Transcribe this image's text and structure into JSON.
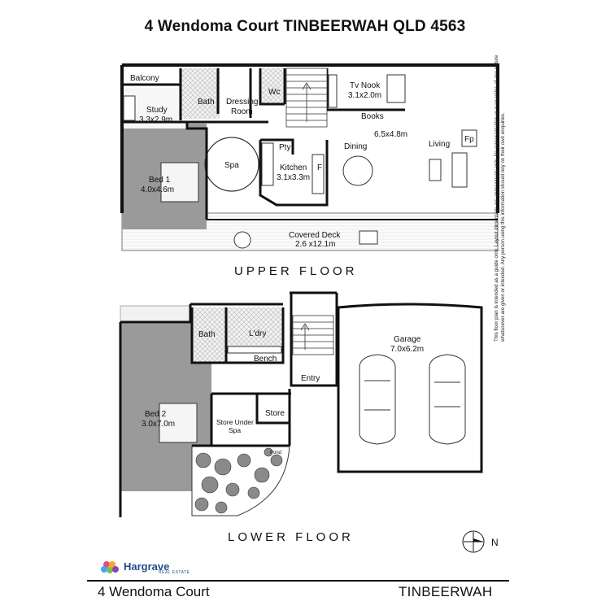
{
  "title": "4  Wendoma Court TINBEERWAH QLD 4563",
  "upper_floor": {
    "label": "UPPER FLOOR",
    "rooms": {
      "balcony": "Balcony",
      "study": "Study",
      "study_size": "3.3x2.9m",
      "bath": "Bath",
      "dressing": "Dressing",
      "dressing2": "Room",
      "wc": "Wc",
      "tv_nook": "Tv Nook",
      "tv_nook_size": "3.1x2.0m",
      "books": "Books",
      "living_size": "6.5x4.8m",
      "dining": "Dining",
      "living": "Living",
      "fp": "Fp",
      "pty": "Pty",
      "spa": "Spa",
      "kitchen": "Kitchen",
      "kitchen_size": "3.1x3.3m",
      "fridge": "F",
      "bed1": "Bed 1",
      "bed1_size": "4.0x4.6m",
      "covered_deck": "Covered Deck",
      "covered_deck_size": "2.6 x12.1m"
    }
  },
  "lower_floor": {
    "label": "LOWER FLOOR",
    "rooms": {
      "bath": "Bath",
      "laundry": "L'dry",
      "bench": "Bench",
      "garage": "Garage",
      "garage_size": "7.0x6.2m",
      "entry": "Entry",
      "bed2": "Bed 2",
      "bed2_size": "3.0x7.0m",
      "store_under": "Store Under",
      "spa": "Spa",
      "store": "Store",
      "pond": "Pond"
    }
  },
  "compass": {
    "label": "N"
  },
  "disclaimer": "This floor plan is intended as a guide only. Layout dimension are approximate only. No representation or warranties of any nature whatsoever are given or intended. Any person using this information should rely on their own enquiries.",
  "logo": {
    "name": "Hargrave",
    "sub": "REAL ESTATE"
  },
  "footer": {
    "address": "4 Wendoma Court",
    "suburb": "TINBEERWAH"
  },
  "colors": {
    "wall": "#111111",
    "shaded_room": "#9a9a9a",
    "tile": "#cfcfcf"
  }
}
